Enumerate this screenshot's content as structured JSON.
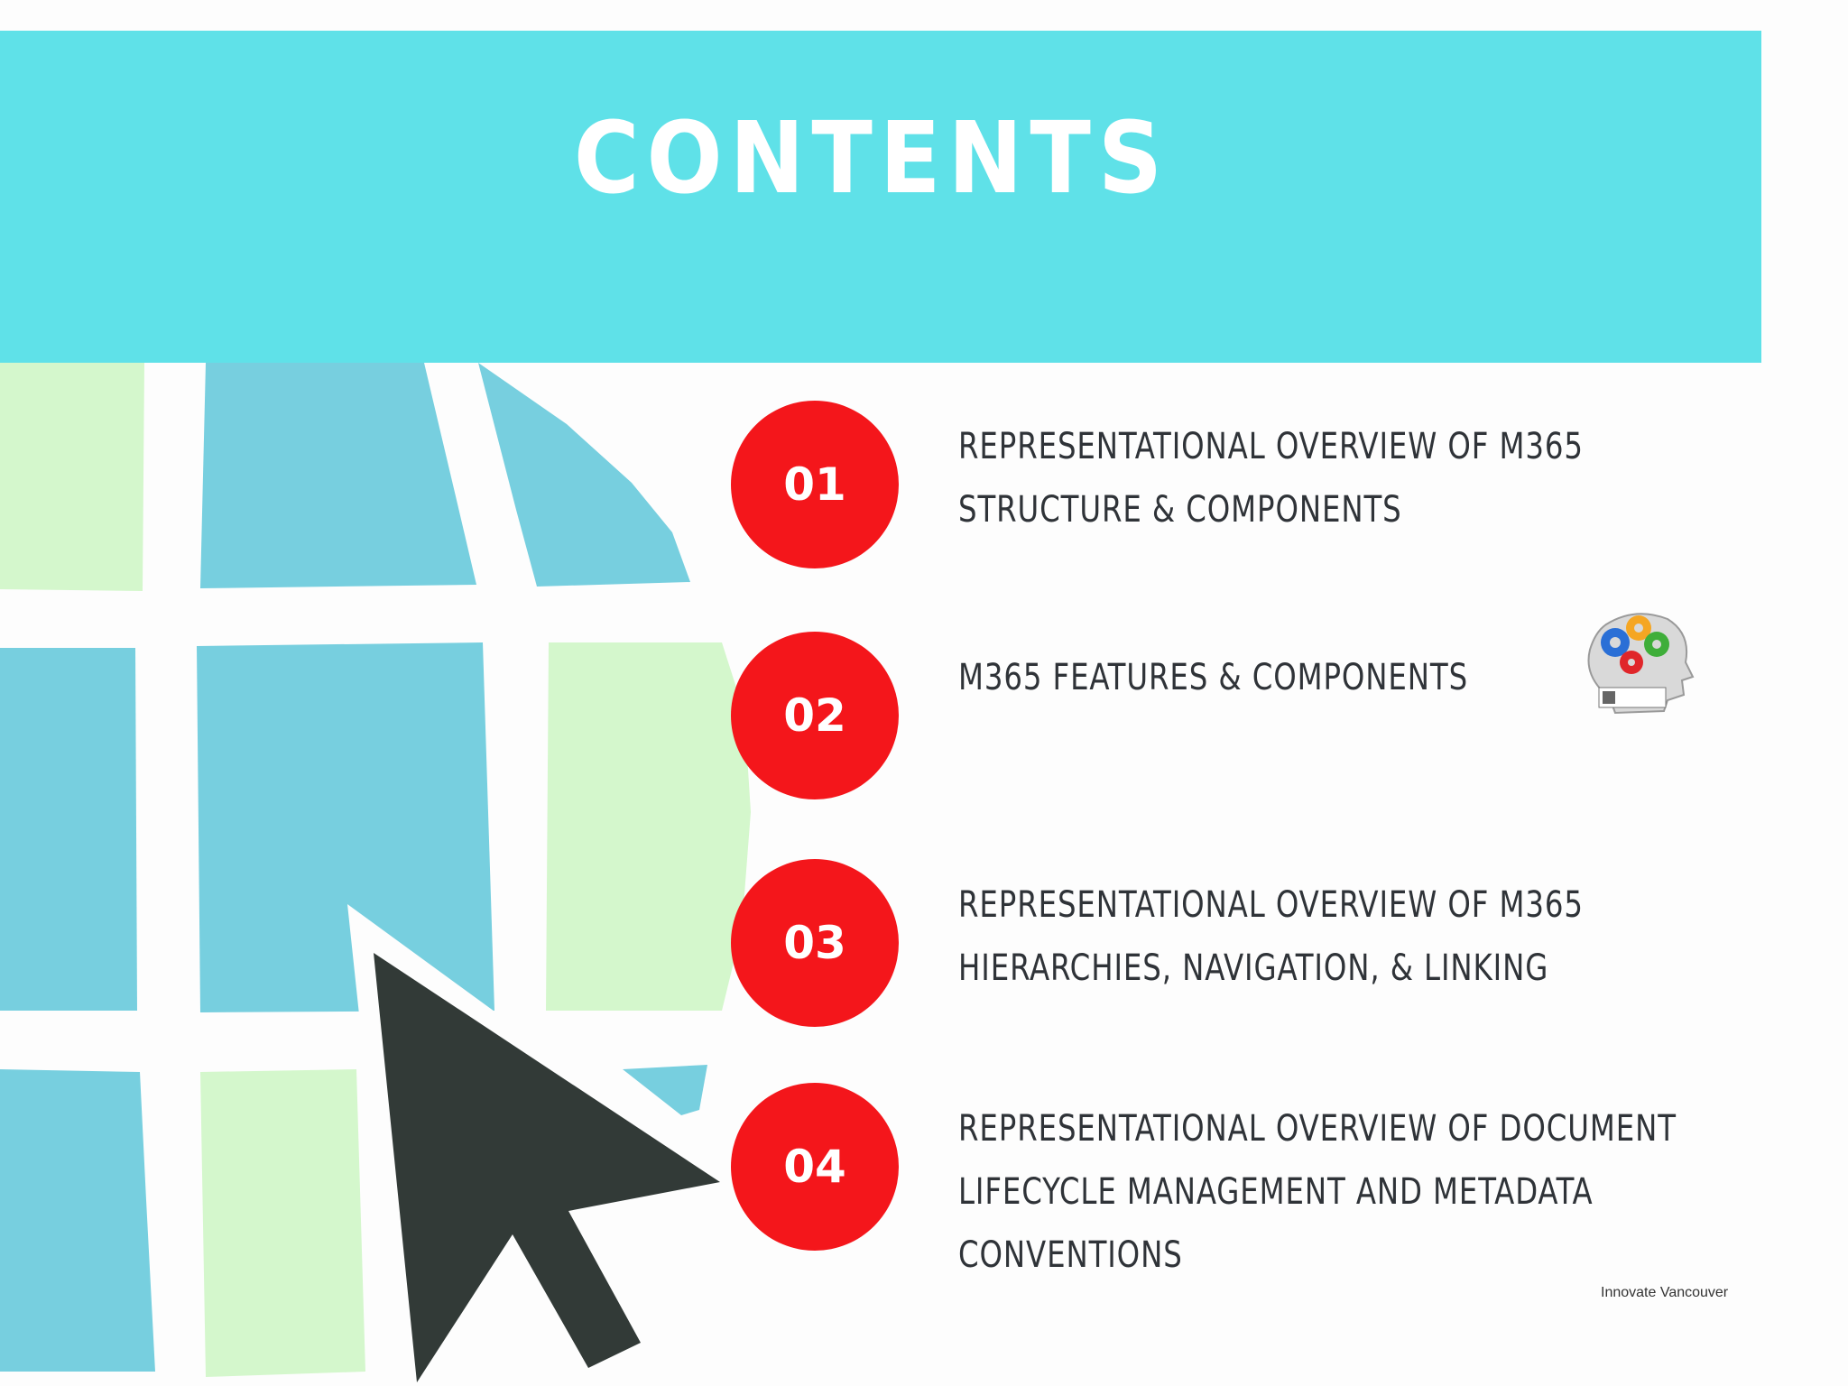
{
  "header": {
    "title": "CONTENTS"
  },
  "items": [
    {
      "number": "01",
      "text": "Representational Overview of M365 Structure & Components"
    },
    {
      "number": "02",
      "text": "M365 Features & Components"
    },
    {
      "number": "03",
      "text": "Representational Overview of M365 Hierarchies, Navigation, & Linking"
    },
    {
      "number": "04",
      "text": "Representational Overview of Document Lifecycle Management and Metadata Conventions"
    }
  ],
  "footer": {
    "credit": "Innovate Vancouver"
  },
  "colors": {
    "header_band": "#5fe1e8",
    "number_circle": "#f4161b",
    "tile_blue": "#77cfdf",
    "tile_green": "#d4f7cc",
    "cursor": "#323a37",
    "text": "#2f3338"
  }
}
